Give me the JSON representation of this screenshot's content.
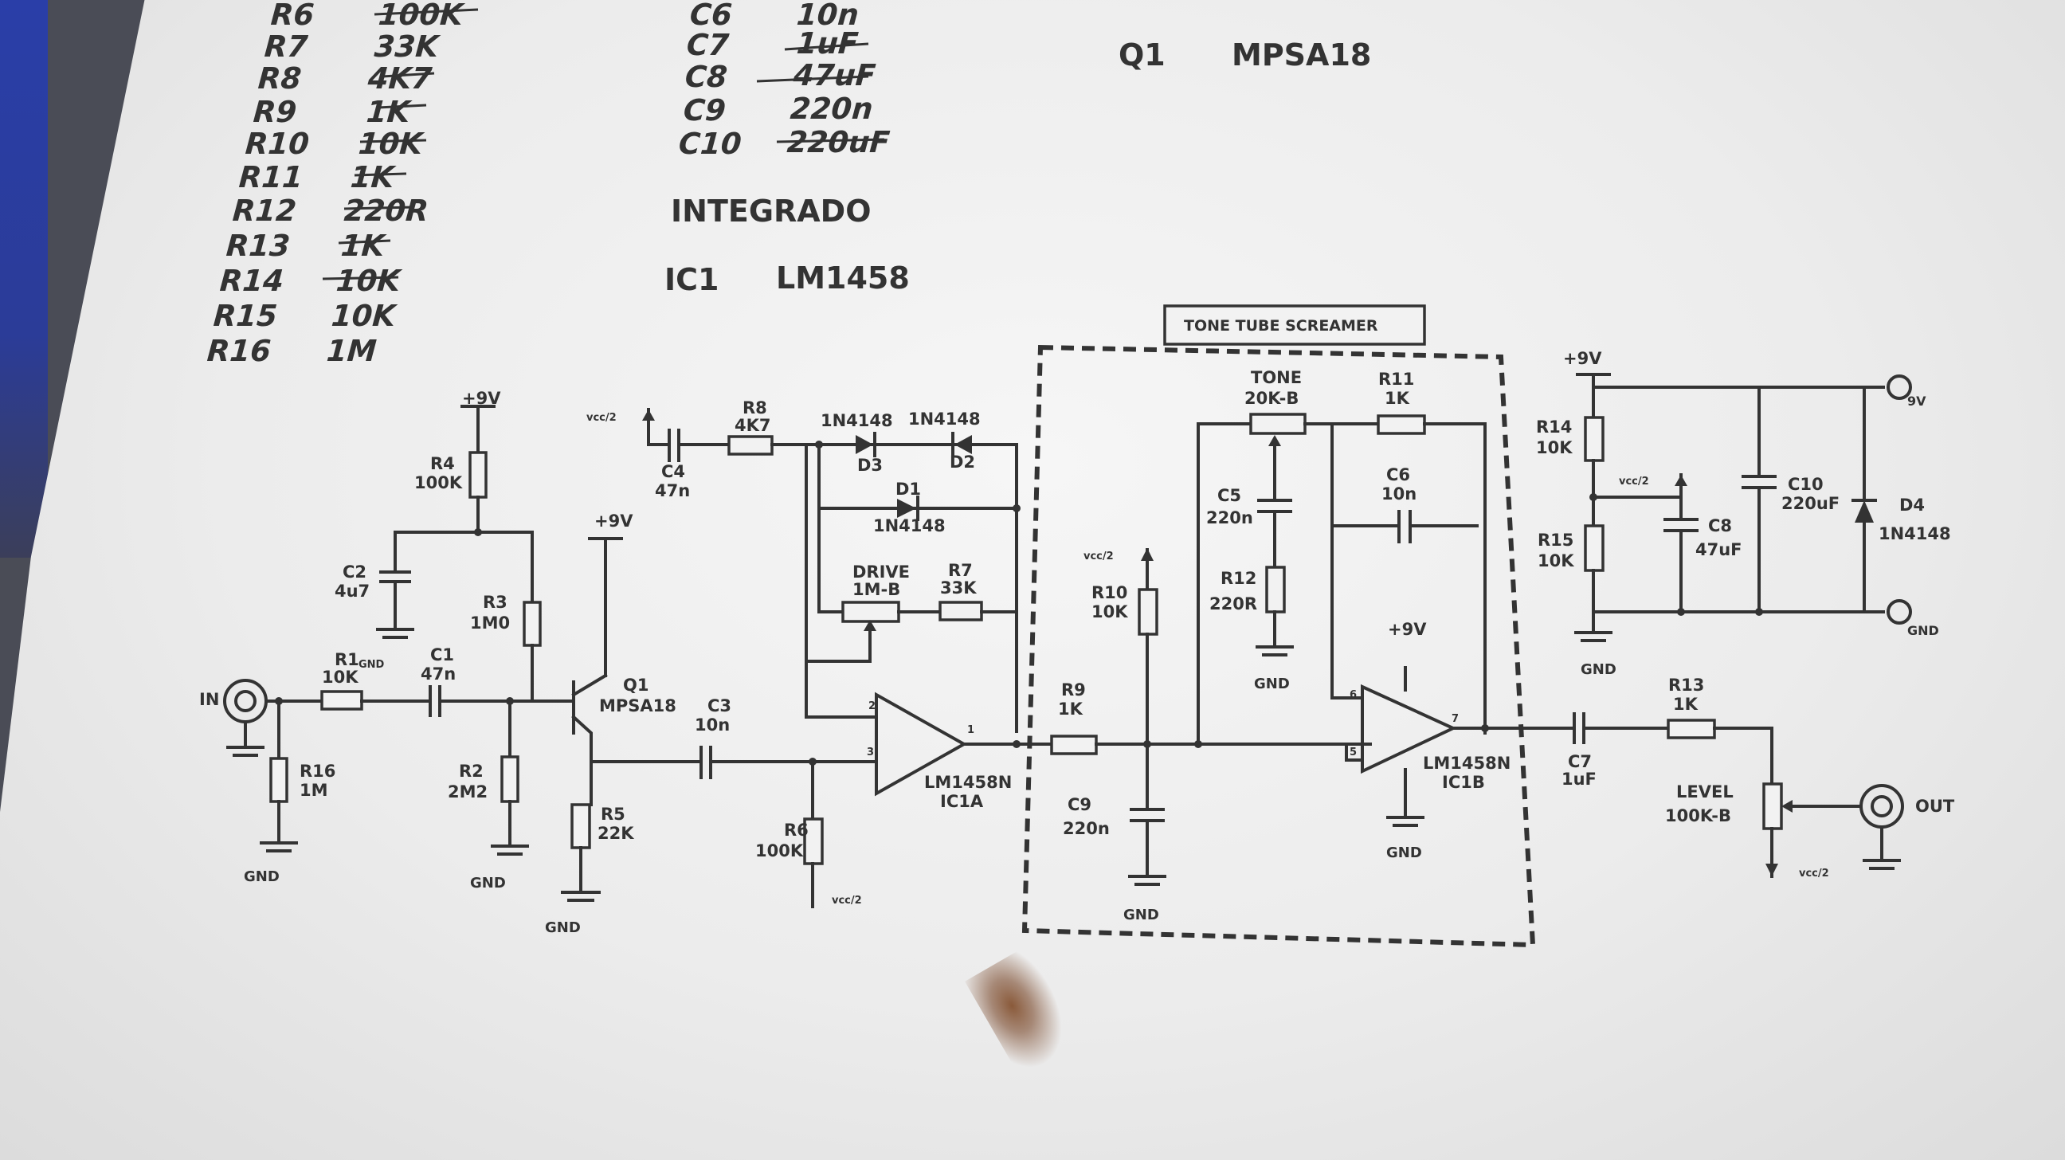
{
  "parts_list": {
    "resistors": [
      {
        "ref": "R6",
        "value": "100K"
      },
      {
        "ref": "R7",
        "value": "33K"
      },
      {
        "ref": "R8",
        "value": "4K7"
      },
      {
        "ref": "R9",
        "value": "1K"
      },
      {
        "ref": "R10",
        "value": "10K"
      },
      {
        "ref": "R11",
        "value": "1K"
      },
      {
        "ref": "R12",
        "value": "220R"
      },
      {
        "ref": "R13",
        "value": "1K"
      },
      {
        "ref": "R14",
        "value": "10K"
      },
      {
        "ref": "R15",
        "value": "10K"
      },
      {
        "ref": "R16",
        "value": "1M"
      }
    ],
    "capacitors": [
      {
        "ref": "C6",
        "value": "10n"
      },
      {
        "ref": "C7",
        "value": "1uF"
      },
      {
        "ref": "C8",
        "value": "47uF"
      },
      {
        "ref": "C9",
        "value": "220n"
      },
      {
        "ref": "C10",
        "value": "220uF"
      }
    ],
    "integrado_heading": "INTEGRADO",
    "ic": {
      "ref": "IC1",
      "value": "LM1458"
    },
    "transistor": {
      "ref": "Q1",
      "value": "MPSA18"
    }
  },
  "schematic": {
    "section_title": "TONE TUBE SCREAMER",
    "labels": {
      "in": "IN",
      "out": "OUT",
      "gnd": "GND",
      "plus9v": "+9V",
      "vcc2": "vcc/2",
      "rail_9v": "9V",
      "r1": "R1",
      "r1v": "10K",
      "gnd_small": "GND",
      "c1": "C1",
      "c1v": "47n",
      "r16": "R16",
      "r16v": "1M",
      "r4": "R4",
      "r4v": "100K",
      "c2": "C2",
      "c2v": "4u7",
      "r3": "R3",
      "r3v": "1M0",
      "r2": "R2",
      "r2v": "2M2",
      "q1": "Q1",
      "q1v": "MPSA18",
      "r5": "R5",
      "r5v": "22K",
      "c3": "C3",
      "c3v": "10n",
      "c4": "C4",
      "c4v": "47n",
      "r8": "R8",
      "r8v": "4K7",
      "d3n": "1N4148",
      "d3": "D3",
      "d2n": "1N4148",
      "d2": "D2",
      "d1": "D1",
      "d1n": "1N4148",
      "drive": "DRIVE",
      "drive_v": "1M-B",
      "r7": "R7",
      "r7v": "33K",
      "r6": "R6",
      "r6v": "100K",
      "ic1a": "LM1458N",
      "ic1a_ref": "IC1A",
      "pin1": "1",
      "pin2": "2",
      "pin3": "3",
      "r9": "R9",
      "r9v": "1K",
      "r10": "R10",
      "r10v": "10K",
      "c9": "C9",
      "c9v": "220n",
      "tone": "TONE",
      "tone_v": "20K-B",
      "r11": "R11",
      "r11v": "1K",
      "c5": "C5",
      "c5v": "220n",
      "c6": "C6",
      "c6v": "10n",
      "r12": "R12",
      "r12v": "220R",
      "ic1b": "LM1458N",
      "ic1b_ref": "IC1B",
      "pin5": "5",
      "pin6": "6",
      "pin7": "7",
      "c7": "C7",
      "c7v": "1uF",
      "r13": "R13",
      "r13v": "1K",
      "level": "LEVEL",
      "level_v": "100K-B",
      "r14": "R14",
      "r14v": "10K",
      "r15": "R15",
      "r15v": "10K",
      "c8": "C8",
      "c8v": "47uF",
      "c10": "C10",
      "c10v": "220uF",
      "d4": "D4",
      "d4n": "1N4148"
    }
  },
  "colors": {
    "ink": "#333333",
    "paper": "#eeeeee",
    "blue_edge": "#2b3c98"
  }
}
